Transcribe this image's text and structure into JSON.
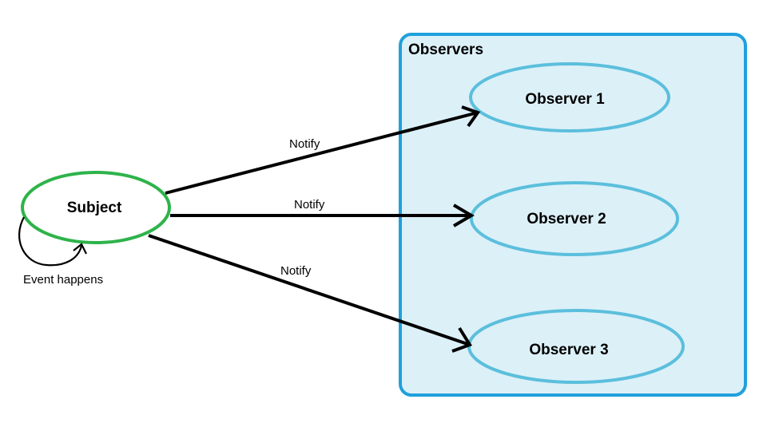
{
  "diagram": {
    "subject": {
      "label": "Subject",
      "self_loop_label": "Event happens"
    },
    "observers_group": {
      "title": "Observers",
      "items": [
        {
          "label": "Observer 1"
        },
        {
          "label": "Observer 2"
        },
        {
          "label": "Observer 3"
        }
      ]
    },
    "edges": [
      {
        "from": "Subject",
        "to": "Observer 1",
        "label": "Notify"
      },
      {
        "from": "Subject",
        "to": "Observer 2",
        "label": "Notify"
      },
      {
        "from": "Subject",
        "to": "Observer 3",
        "label": "Notify"
      }
    ],
    "colors": {
      "subject_border": "#2db34a",
      "observer_border": "#5bbfdc",
      "group_border": "#1fa0dc",
      "group_fill": "#dcf0f8",
      "edge": "#000000"
    }
  }
}
